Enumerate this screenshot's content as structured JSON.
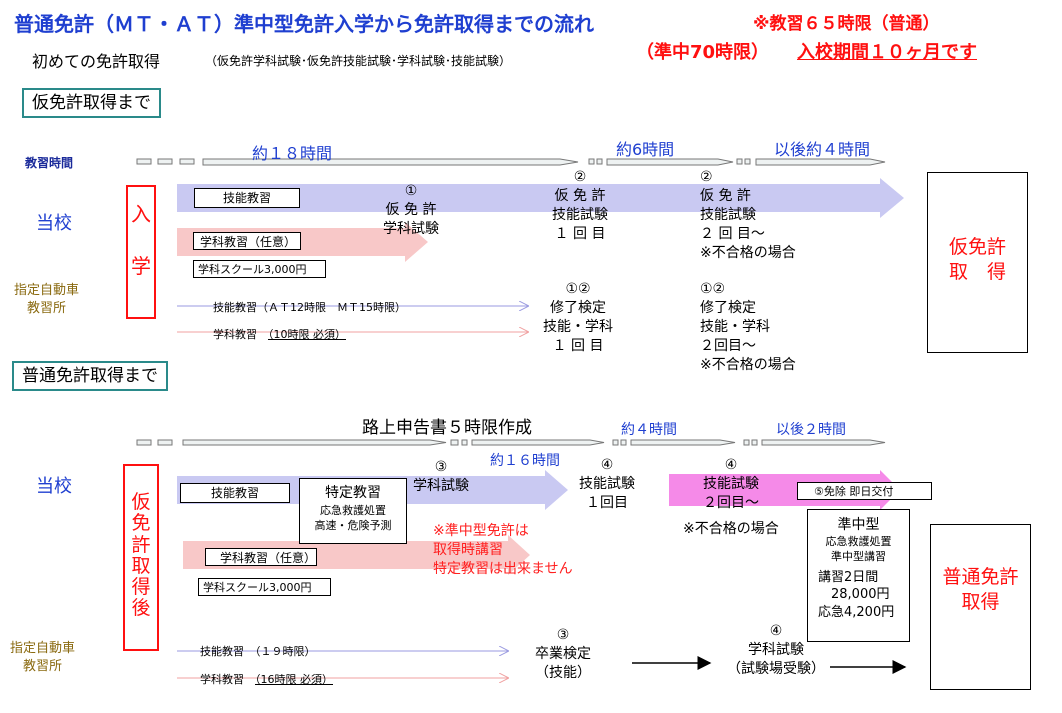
{
  "title": {
    "main": "普通免許（ＭＴ・ＡＴ）準中型免許入学から免許取得までの流れ",
    "note1": "※教習６５時限（普通）",
    "note2": "（準中70時限）",
    "note3": "入校期間１０ヶ月です",
    "subtitle": "初めての免許取得",
    "subtitle_detail": "（仮免許学科試験･仮免許技能試験･学科試験･技能試験）"
  },
  "colors": {
    "accent_blue": "#1f3fd0",
    "accent_red": "#ff1010",
    "section_border": "#2a8a8a",
    "arrow_blue": "#c9c9f2",
    "arrow_pink": "#f8c8c8",
    "arrow_magenta": "#f58ae8"
  },
  "sec1": {
    "label": "仮免許取得まで",
    "row_time": "教習時間",
    "row_school": "当校",
    "row_other": "指定自動車\n教習所",
    "time1": "約１８時間",
    "time2": "約6時間",
    "time3": "以後約４時間",
    "enter": "入\n\n学",
    "skill": "技能教習",
    "theory": "学科教習（任意）",
    "school_fee": "学科スクール3,000円",
    "step1": "①\n仮 免 許\n学科試験",
    "step2": "②\n仮 免 許\n技能試験\n１ 回 目",
    "step3": "②\n仮 免 許\n技能試験\n２ 回 目～\n※不合格の場合",
    "other_skill": "技能教習（ＡＴ12時限　ＭＴ15時限）",
    "other_theory_a": "学科教習　",
    "other_theory_b": "（10時限 必須）",
    "other_step1": "①②\n修了検定\n技能・学科\n１ 回 目",
    "other_step2": "①②\n修了検定\n技能・学科\n２回目～\n※不合格の場合",
    "result": "仮免許\n取　得"
  },
  "sec2": {
    "label": "普通免許取得まで",
    "road": "路上申告書５時限作成",
    "time1": "約１６時間",
    "time2": "約４時間",
    "time3": "以後２時間",
    "row_school": "当校",
    "row_other": "指定自動車\n教習所",
    "left_label": "仮\n免\n許\n取\n得\n後",
    "skill": "技能教習",
    "special_title": "特定教習",
    "special_items": "応急救護処置\n高速・危険予測",
    "step3": "③\n学科試験",
    "step4": "④\n技能試験\n１回目",
    "step4b": "④\n技能試験\n２回目～",
    "fail": "※不合格の場合",
    "exempt": "⑤免除  即日交付",
    "jun_title": "準中型",
    "jun_items": "応急救護処置\n準中型講習",
    "jun_fee": "講習2日間\n　28,000円\n応急4,200円",
    "warn": "※準中型免許は\n取得時講習\n特定教習は出来ません",
    "theory": "学科教習（任意）",
    "school_fee": "学科スクール3,000円",
    "other_skill": "技能教習　（１９時限）",
    "other_theory_a": "学科教習　",
    "other_theory_b": "（16時限 必須）",
    "grad": "③\n卒業検定\n（技能）",
    "written": "④\n学科試験\n（試験場受験）",
    "result": "普通免許\n取得"
  }
}
